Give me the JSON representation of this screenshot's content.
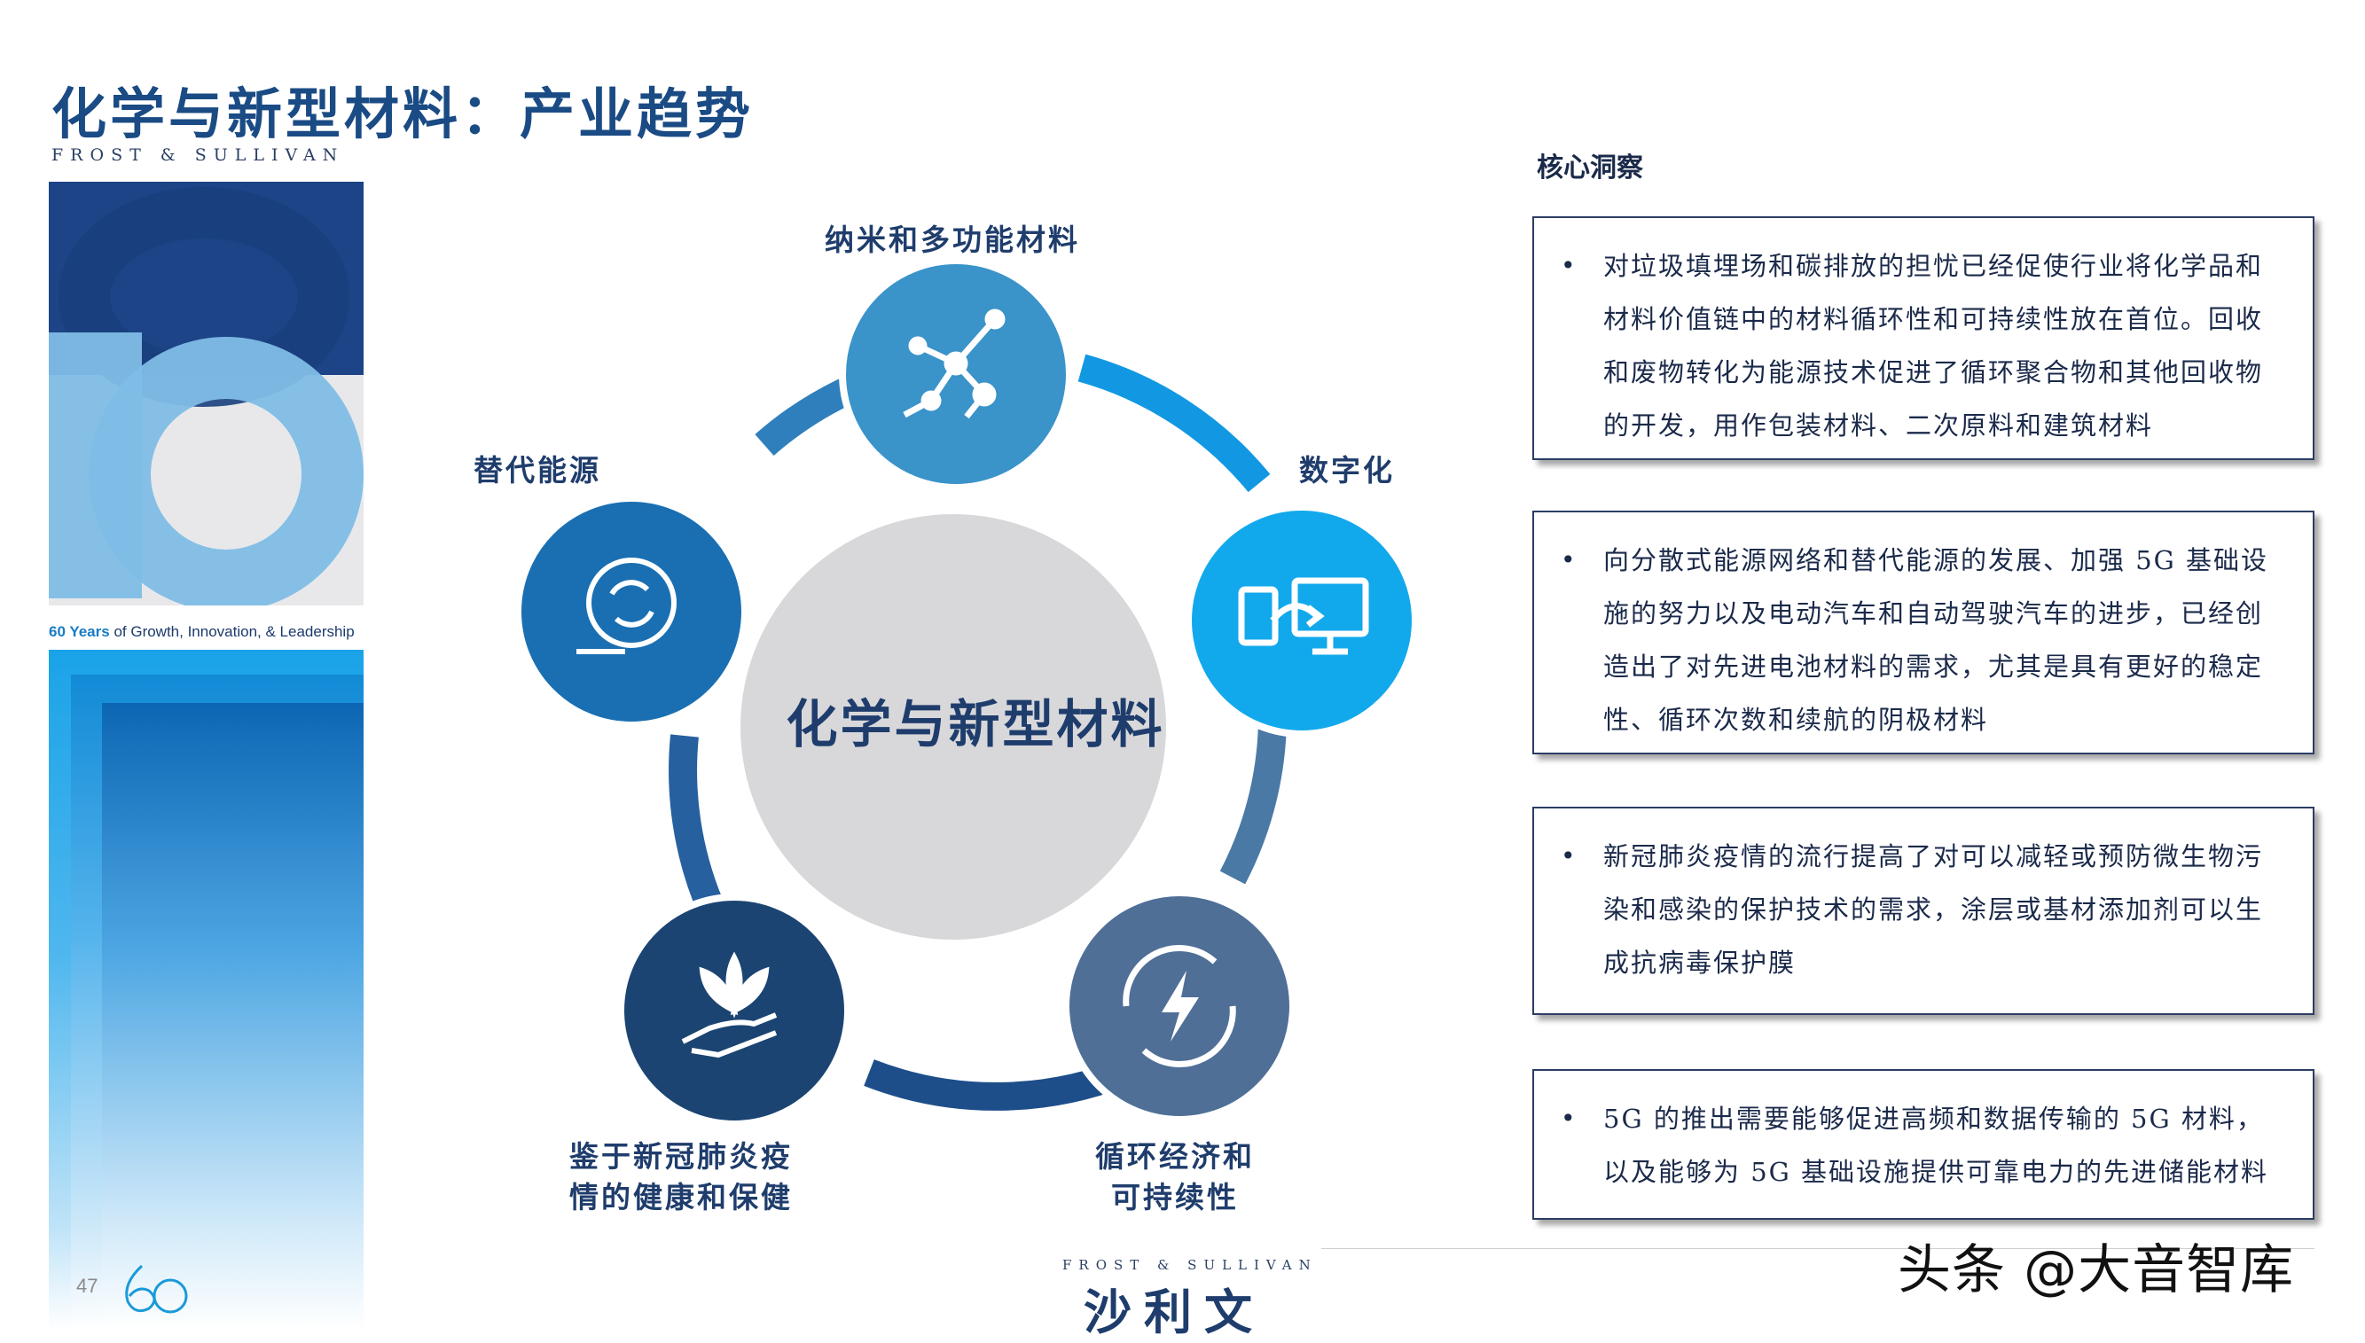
{
  "slide": {
    "title": "化学与新型材料：产业趋势",
    "brand_small": "FROST & SULLIVAN",
    "deco_caption_prefix": "60 Years",
    "deco_caption_rest": " of Growth, Innovation, & Leadership",
    "page_number": "47"
  },
  "diagram": {
    "center": "化学与新型材料",
    "nodes": [
      {
        "label": "纳米和多功能材料",
        "icon": "molecule-icon",
        "color": "#3a93c9"
      },
      {
        "label": "数字化",
        "icon": "digital-transfer-icon",
        "color": "#12a9ec"
      },
      {
        "label_line1": "循环经济和",
        "label_line2": "可持续性",
        "icon": "circular-energy-icon",
        "color": "#4f6f97"
      },
      {
        "label_line1": "鉴于新冠肺炎疫",
        "label_line2": "情的健康和保健",
        "icon": "hand-lotus-icon",
        "color": "#1b4472"
      },
      {
        "label": "替代能源",
        "icon": "recycle-energy-icon",
        "color": "#1a6fb2"
      }
    ]
  },
  "insights": {
    "title": "核心洞察",
    "cards": [
      {
        "bullet": "•",
        "text": "对垃圾填埋场和碳排放的担忧已经促使行业将化学品和材料价值链中的材料循环性和可持续性放在首位。回收和废物转化为能源技术促进了循环聚合物和其他回收物的开发，用作包装材料、二次原料和建筑材料"
      },
      {
        "bullet": "•",
        "text": "向分散式能源网络和替代能源的发展、加强 5G 基础设施的努力以及电动汽车和自动驾驶汽车的进步，已经创造出了对先进电池材料的需求，尤其是具有更好的稳定性、循环次数和续航的阴极材料"
      },
      {
        "bullet": "•",
        "text": "新冠肺炎疫情的流行提高了对可以减轻或预防微生物污染和感染的保护技术的需求，涂层或基材添加剂可以生成抗病毒保护膜"
      },
      {
        "bullet": "•",
        "text": "5G 的推出需要能够促进高频和数据传输的 5G 材料，以及能够为 5G 基础设施提供可靠电力的先进储能材料"
      }
    ]
  },
  "footer": {
    "brand_en": "FROST & SULLIVAN",
    "brand_cn": "沙利文",
    "watermark": "头条 @大音智库"
  }
}
